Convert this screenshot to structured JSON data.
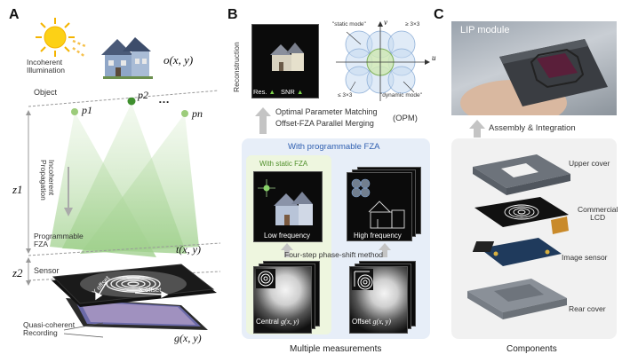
{
  "panels": {
    "a": {
      "letter": "A",
      "incoherent_illumination": "Incoherent\nIllumination",
      "object_function": "o(x, y)",
      "object_label": "Object",
      "points": [
        "p1",
        "p2",
        "…",
        "pn"
      ],
      "z1": "z1",
      "z2": "z2",
      "incoherent_propagation": "Incoherent\nPropagation",
      "programmable_fza": "Programmable\nFZA",
      "sensor": "Sensor",
      "t_function": "t(x, y)",
      "g_function": "g(x, y)",
      "y_offset": "Y offset",
      "x_offset": "X offset",
      "quasi_coherent": "Quasi-coherent\nRecording"
    },
    "b": {
      "letter": "B",
      "reconstruction": "Reconstruction",
      "res_label": "Res.",
      "snr_label": "SNR",
      "static_mode": "\"static mode\"",
      "dynamic_mode": "\"dynamic mode\"",
      "ge_3x3_top": "≥ 3×3",
      "le_3x3_bottom": "≤ 3×3",
      "axis_u": "u",
      "axis_v": "v",
      "opm_line1": "Optimal Parameter Matching",
      "opm_line2": "Offset-FZA  Parallel  Merging",
      "opm_abbr": "(OPM)",
      "programmable_title": "With programmable FZA",
      "static_title": "With static FZA",
      "low_frequency": "Low frequency",
      "high_frequency": "High frequency",
      "four_step": "Four-step phase-shift method",
      "central": "Central",
      "central_g": "g(x, y)",
      "offset": "Offset",
      "offset_g": "g(x, y)",
      "caption": "Multiple measurements"
    },
    "c": {
      "letter": "C",
      "lip_module": "LIP module",
      "assembly": "Assembly & Integration",
      "upper_cover": "Upper cover",
      "commercial_lcd": "Commercial\nLCD",
      "image_sensor": "Image sensor",
      "rear_cover": "Rear cover",
      "caption": "Components"
    }
  },
  "colors": {
    "beam_green": "#9fd08c",
    "accent_green": "#6fb24a",
    "panel_bg_blue": "#e7eef8",
    "panel_bg_green": "#eef6df",
    "arrow_gray": "#b8b8b8"
  }
}
